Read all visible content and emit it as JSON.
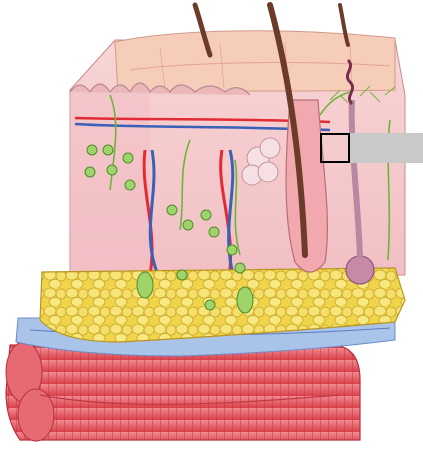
{
  "image": {
    "kind": "skin cross-section illustration",
    "printed_text": []
  },
  "colors": {
    "epidermis": "#f3c6bf",
    "dermis": "#f6cfd0",
    "hypodermis_fat": "#f2dd57",
    "fascia": "#aac3e8",
    "muscle": "#e0606a",
    "artery": "#e32b35",
    "vein": "#3a60b8",
    "nerve": "#6fb43a",
    "hair": "#6d3b2a",
    "label_placeholder": "#c9c9c9",
    "indicator": "#000000"
  },
  "hotspots": [
    {
      "name": "label-placeholder",
      "filled": true
    },
    {
      "name": "region-indicator",
      "filled": false
    }
  ]
}
